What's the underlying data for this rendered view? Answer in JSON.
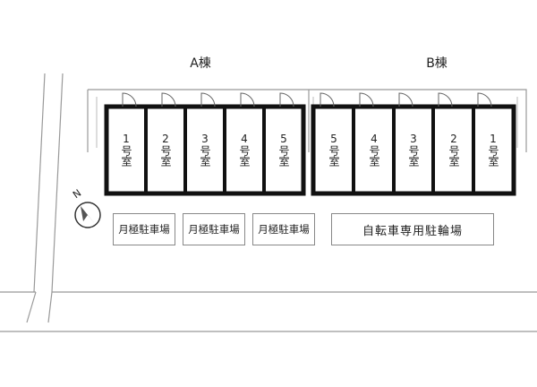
{
  "buildings": [
    {
      "label": "A棟",
      "rooms": [
        "1",
        "2",
        "3",
        "4",
        "5"
      ]
    },
    {
      "label": "B棟",
      "rooms": [
        "5",
        "4",
        "3",
        "2",
        "1"
      ]
    }
  ],
  "room_suffix": "号室",
  "compass": {
    "label": "N"
  },
  "parking": [
    {
      "label": "月極駐車場"
    },
    {
      "label": "月極駐車場"
    },
    {
      "label": "月極駐車場"
    }
  ],
  "bicycle_parking": {
    "label": "自転車専用駐輪場"
  }
}
